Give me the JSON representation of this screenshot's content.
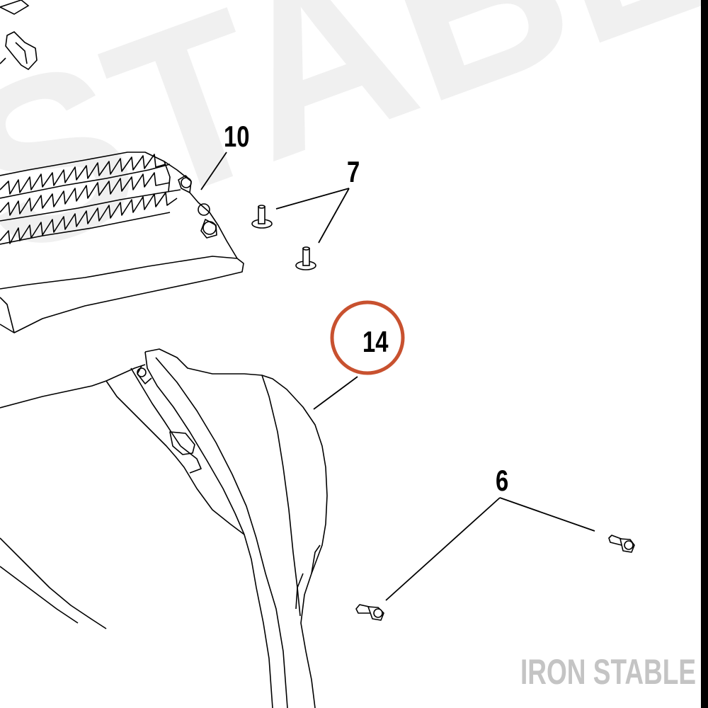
{
  "callouts": {
    "part_10": "10",
    "part_7": "7",
    "part_14": "14",
    "part_6": "6"
  },
  "highlight": {
    "part": "14",
    "color": "#c8512f"
  },
  "brand": {
    "name": "IRON STABLE",
    "color": "#c4c4c4"
  },
  "watermark": {
    "text": "STABLE",
    "color": "#f0f0f0"
  },
  "icons": [
    "screw-icon",
    "bolt-icon",
    "fan-shroud-icon",
    "fairing-icon"
  ]
}
